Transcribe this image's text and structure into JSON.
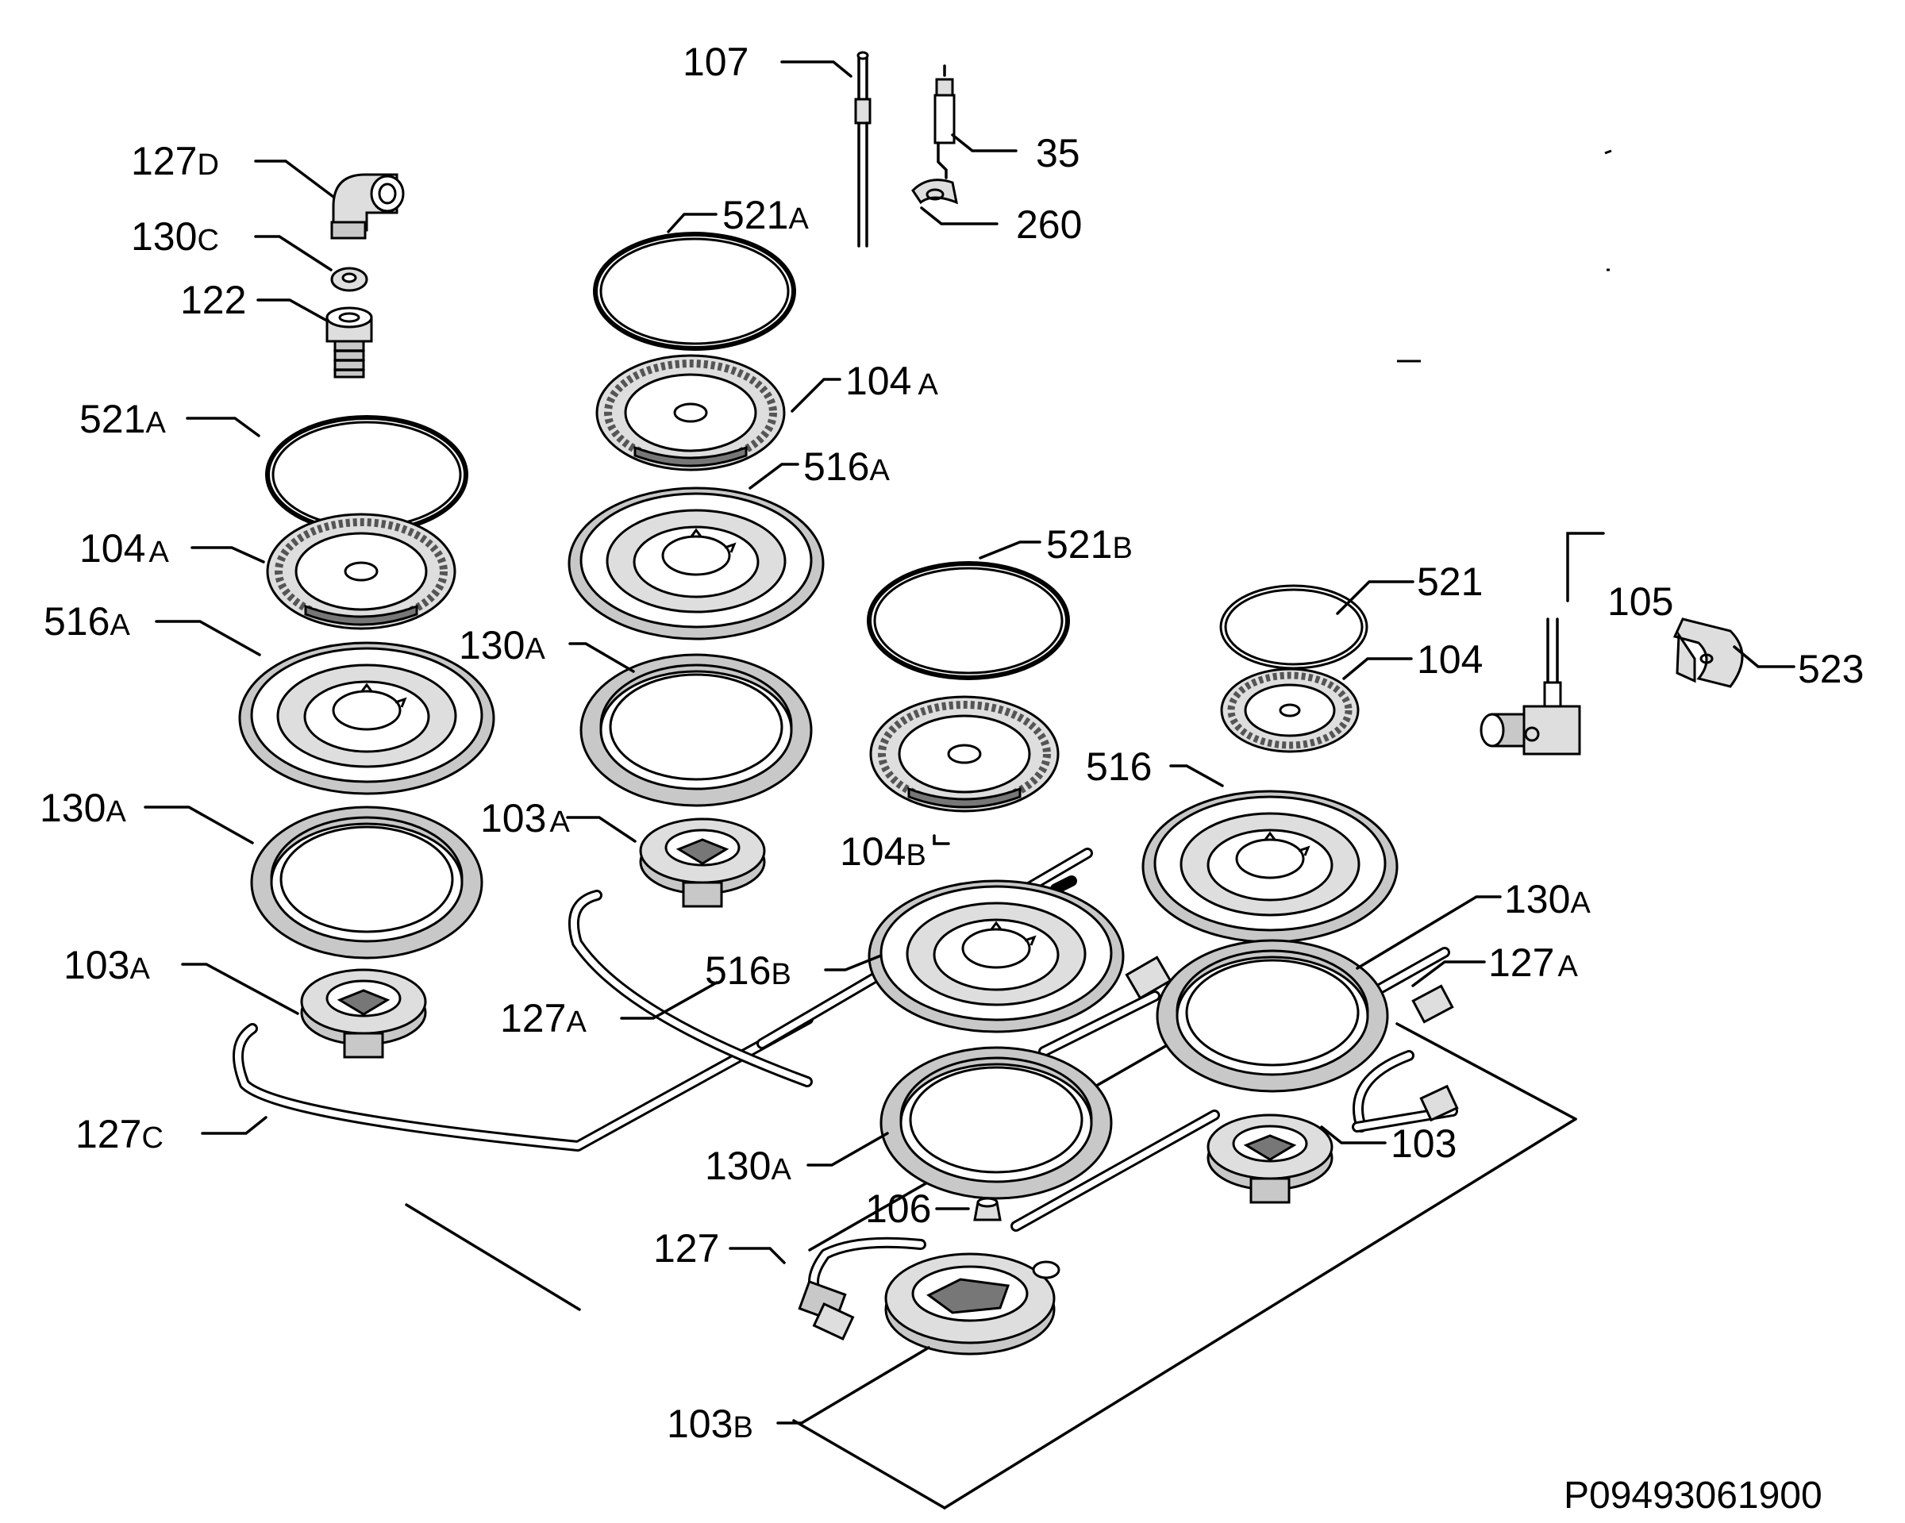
{
  "diagram": {
    "code": "P09493061900",
    "labels": {
      "l107": {
        "n": "107",
        "s": ""
      },
      "l35": {
        "n": "35",
        "s": ""
      },
      "l260": {
        "n": "260",
        "s": ""
      },
      "l127D": {
        "n": "127",
        "s": "D"
      },
      "l130C": {
        "n": "130",
        "s": "C"
      },
      "l122": {
        "n": "122",
        "s": ""
      },
      "l521A_top": {
        "n": "521",
        "s": "A"
      },
      "l104A_mid": {
        "n": "104",
        "s": "A"
      },
      "l516A_mid": {
        "n": "516",
        "s": "A"
      },
      "l521A_left": {
        "n": "521",
        "s": "A"
      },
      "l104A_left": {
        "n": "104",
        "s": "A"
      },
      "l516A_left": {
        "n": "516",
        "s": "A"
      },
      "l130A_mid": {
        "n": "130",
        "s": "A"
      },
      "l521B": {
        "n": "521",
        "s": "B"
      },
      "l521": {
        "n": "521",
        "s": ""
      },
      "l105": {
        "n": "105",
        "s": ""
      },
      "l523": {
        "n": "523",
        "s": ""
      },
      "l104": {
        "n": "104",
        "s": ""
      },
      "l516": {
        "n": "516",
        "s": ""
      },
      "l130A_left": {
        "n": "130",
        "s": "A"
      },
      "l103A_mid": {
        "n": "103",
        "s": "A"
      },
      "l104B": {
        "n": "104",
        "s": "B"
      },
      "l130A_right": {
        "n": "130",
        "s": "A"
      },
      "l103A_left": {
        "n": "103",
        "s": "A"
      },
      "l516B": {
        "n": "516",
        "s": "B"
      },
      "l127A_right": {
        "n": "127",
        "s": "A"
      },
      "l127A_mid": {
        "n": "127",
        "s": "A"
      },
      "l127C": {
        "n": "127",
        "s": "C"
      },
      "l103": {
        "n": "103",
        "s": ""
      },
      "l130A_bottom": {
        "n": "130",
        "s": "A"
      },
      "l106": {
        "n": "106",
        "s": ""
      },
      "l127": {
        "n": "127",
        "s": ""
      },
      "l103B": {
        "n": "103",
        "s": "B"
      }
    }
  }
}
